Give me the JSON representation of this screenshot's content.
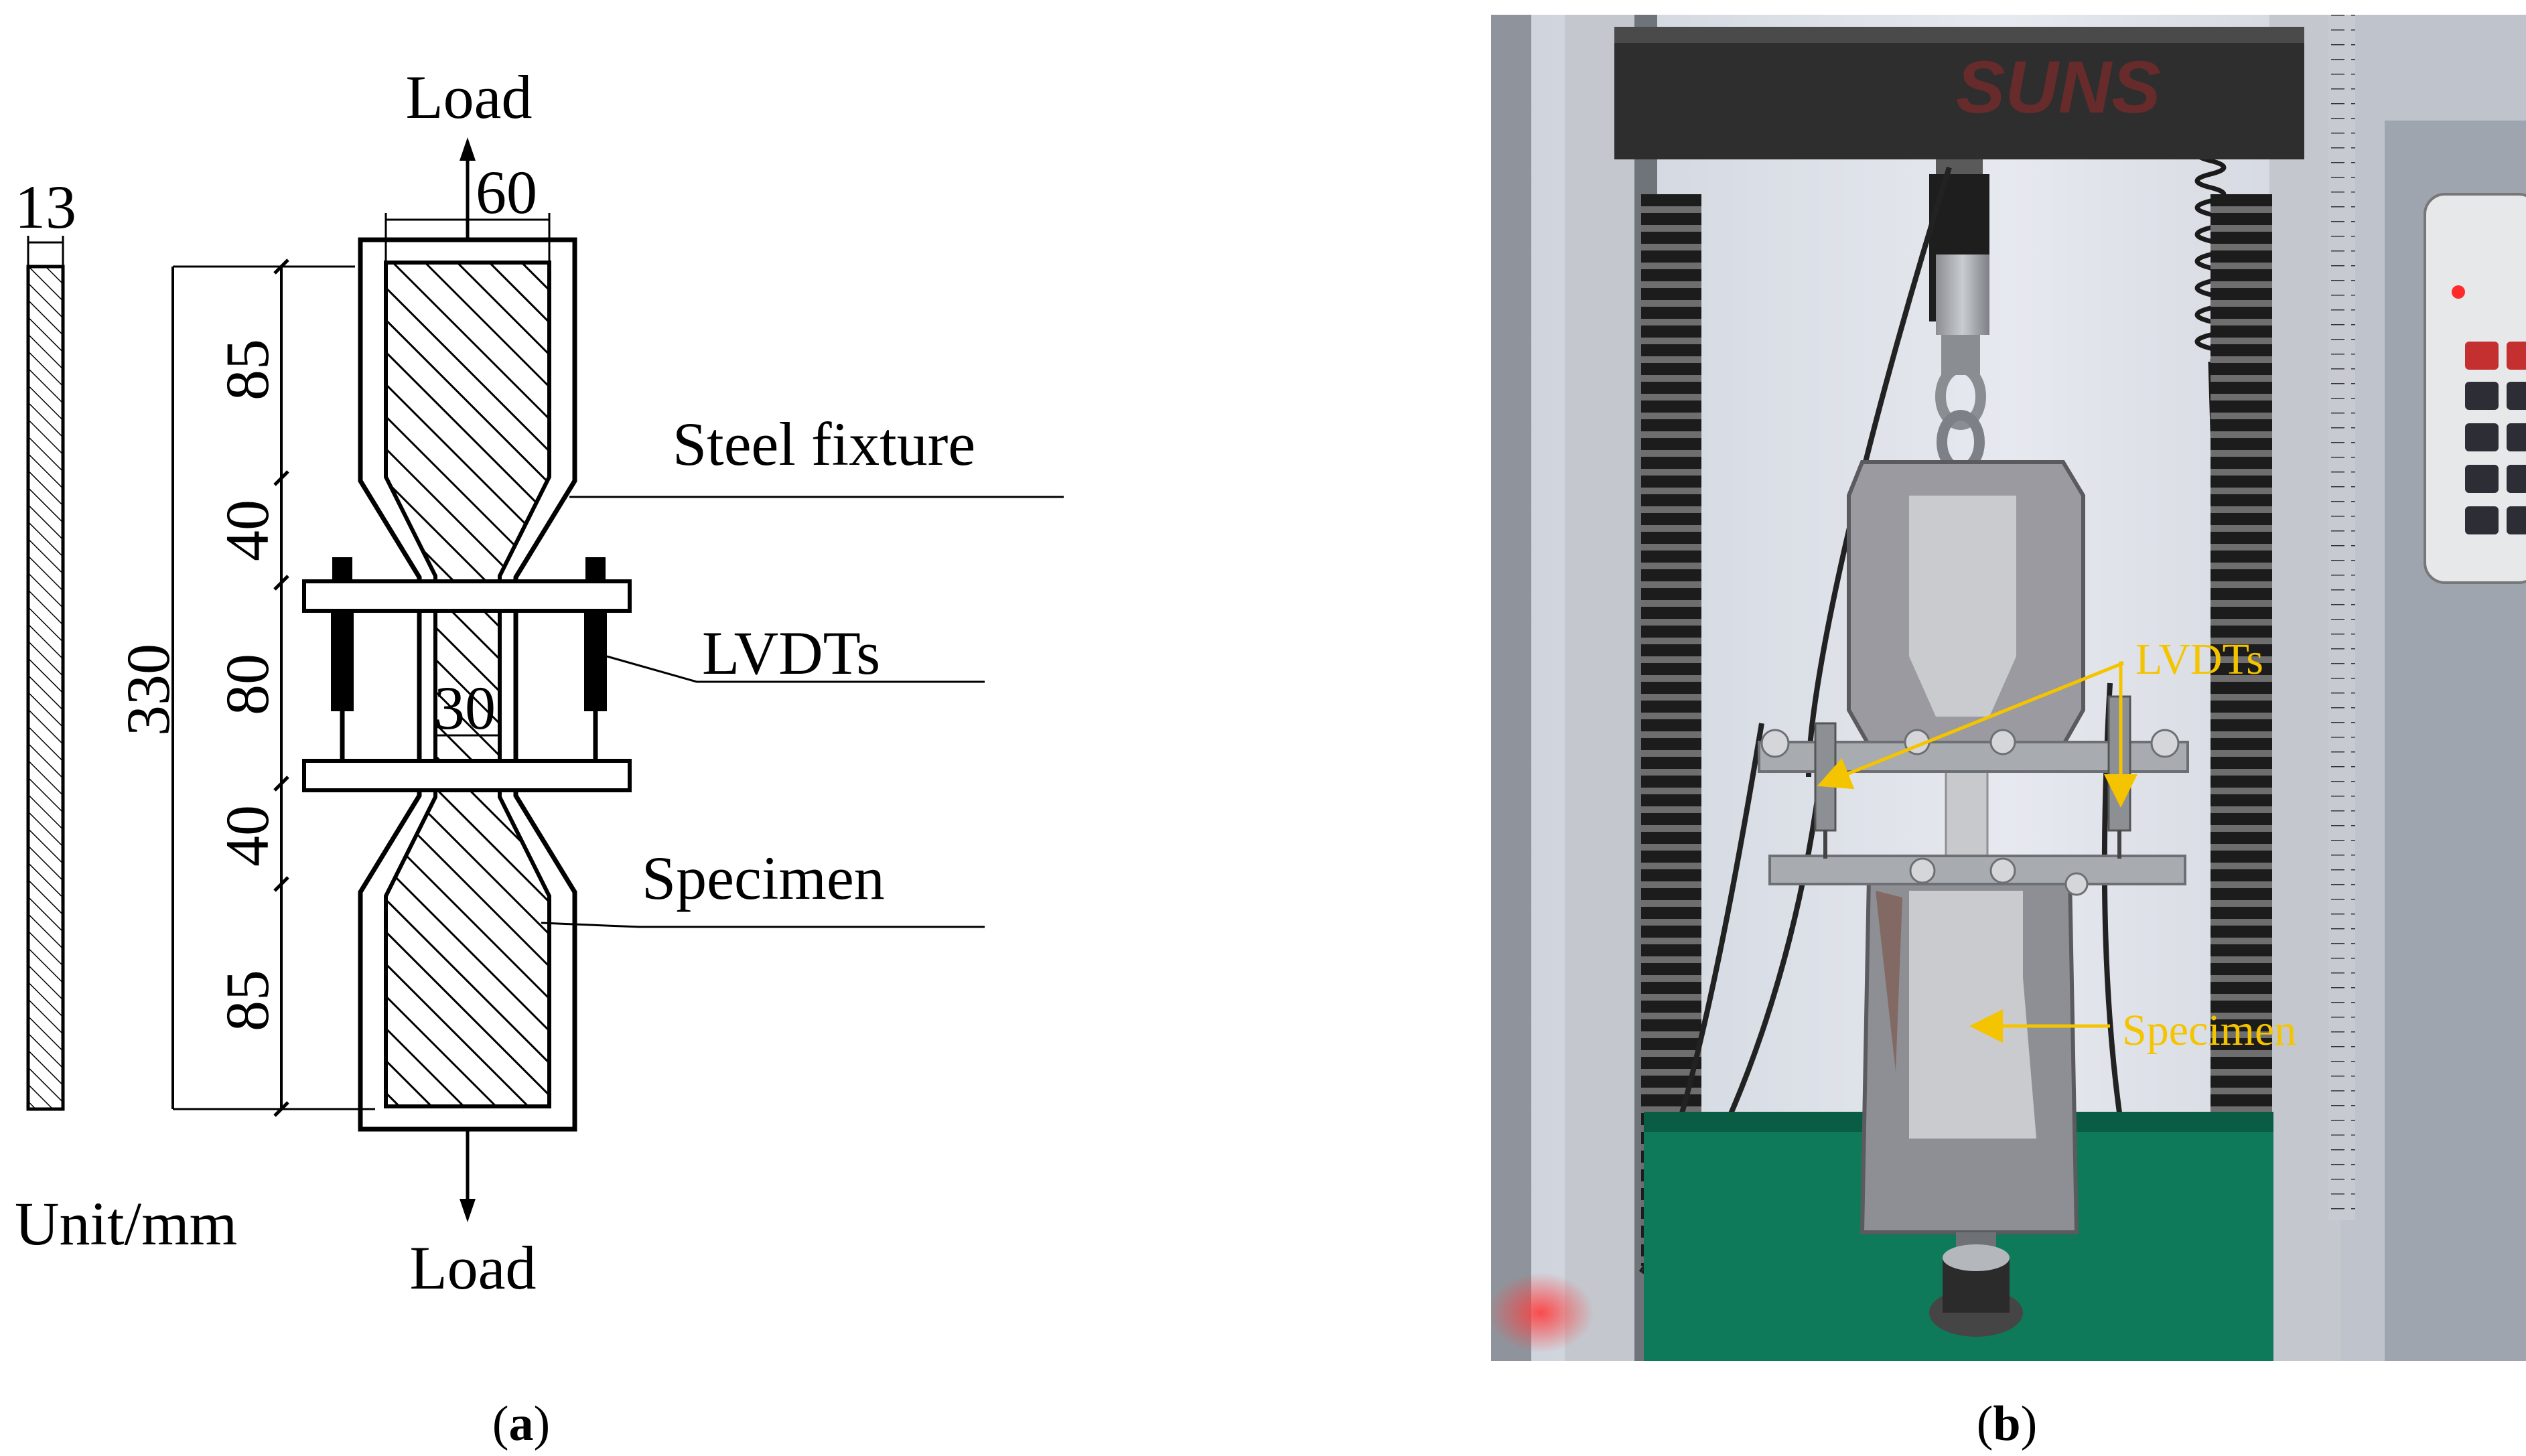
{
  "panel_a": {
    "load_top": "Load",
    "load_bottom": "Load",
    "dim_thickness": "13",
    "dim_width": "60",
    "dim_neck": "30",
    "dim_total": "330",
    "dim_segments": [
      "85",
      "40",
      "80",
      "40",
      "85"
    ],
    "label_fixture": "Steel fixture",
    "label_lvdts": "LVDTs",
    "label_specimen": "Specimen",
    "unit": "Unit/mm",
    "caption_open": "(",
    "caption_letter": "a",
    "caption_close": ")"
  },
  "panel_b": {
    "label_lvdts": "LVDTs",
    "label_specimen": "Specimen",
    "caption_open": "(",
    "caption_letter": "b",
    "caption_close": ")"
  },
  "colors": {
    "annotation": "#f5c400",
    "frame": "#2e2e2e",
    "floor": "#0f7a5a",
    "wall": "#d8dce4"
  }
}
